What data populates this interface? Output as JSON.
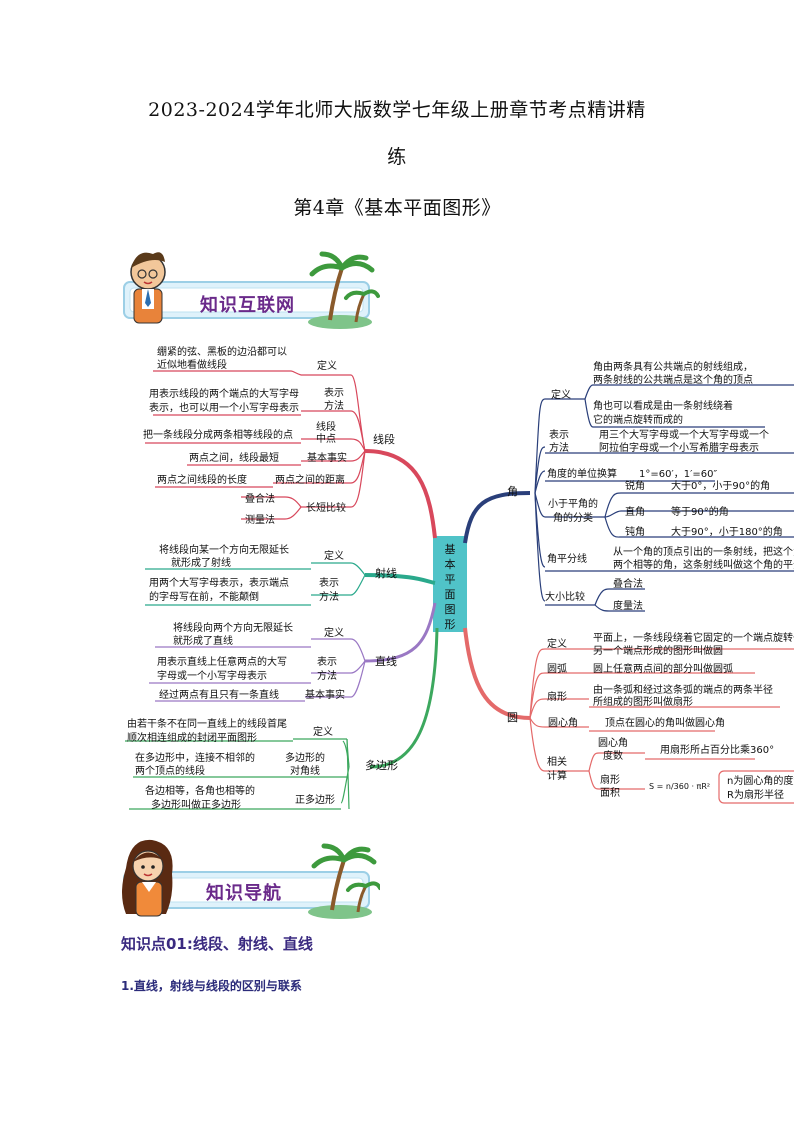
{
  "doc": {
    "title_line1": "2023-2024学年北师大版数学七年级上册章节考点精讲精",
    "title_line2": "练",
    "chapter_title": "第4章《基本平面图形》",
    "banner1": "知识互联网",
    "banner2": "知识导航",
    "kp_heading": "知识点01:线段、射线、直线",
    "kp_subheading": "1.直线，射线与线段的区别与联系"
  },
  "mindmap": {
    "center": [
      "基",
      "本",
      "平",
      "面",
      "图",
      "形"
    ],
    "segment": {
      "label": "线段",
      "def_label": "定义",
      "def_text": [
        "绷紧的弦、黑板的边沿都可以",
        "近似地看做线段"
      ],
      "rep_label": [
        "表示",
        "方法"
      ],
      "rep_text": [
        "用表示线段的两个端点的大写字母",
        "表示，也可以用一个小写字母表示"
      ],
      "mid_label": [
        "线段",
        "中点"
      ],
      "mid_text": "把一条线段分成两条相等线段的点",
      "fact_label": "基本事实",
      "fact_text": "两点之间，线段最短",
      "dist_label": "两点之间的距离",
      "dist_text": "两点之间线段的长度",
      "cmp_label": "长短比较",
      "cmp_items": [
        "叠合法",
        "测量法"
      ]
    },
    "ray": {
      "label": "射线",
      "def_label": "定义",
      "def_text": [
        "将线段向某一个方向无限延长",
        "就形成了射线"
      ],
      "rep_label": [
        "表示",
        "方法"
      ],
      "rep_text": [
        "用两个大写字母表示，表示端点",
        "的字母写在前，不能颠倒"
      ]
    },
    "line": {
      "label": "直线",
      "def_label": "定义",
      "def_text": [
        "将线段向两个方向无限延长",
        "就形成了直线"
      ],
      "rep_label": [
        "表示",
        "方法"
      ],
      "rep_text": [
        "用表示直线上任意两点的大写",
        "字母或一个小写字母表示"
      ],
      "fact_label": "基本事实",
      "fact_text": "经过两点有且只有一条直线"
    },
    "polygon": {
      "label": "多边形",
      "def_label": "定义",
      "def_text": [
        "由若干条不在同一直线上的线段首尾",
        "顺次相连组成的封闭平面图形"
      ],
      "diag_label": [
        "多边形的",
        "对角线"
      ],
      "diag_text": [
        "在多边形中，连接不相邻的",
        "两个顶点的线段"
      ],
      "reg_label": "正多边形",
      "reg_text": [
        "各边相等，各角也相等的",
        "多边形叫做正多边形"
      ]
    },
    "angle": {
      "label": "角",
      "def_label": "定义",
      "def_text1": [
        "角由两条具有公共端点的射线组成，",
        "两条射线的公共端点是这个角的顶点"
      ],
      "def_text2": [
        "角也可以看成是由一条射线绕着",
        "它的端点旋转而成的"
      ],
      "rep_label": [
        "表示",
        "方法"
      ],
      "rep_text": [
        "用三个大写字母或一个大写字母或一个",
        "阿拉伯字母或一个小写希腊字母表示"
      ],
      "unit_label": "角度的单位换算",
      "unit_text": "1°=60′，1′=60″",
      "cls_label": [
        "小于平角的",
        "角的分类"
      ],
      "cls_items": [
        {
          "name": "锐角",
          "desc": "大于0°，小于90°的角"
        },
        {
          "name": "直角",
          "desc": "等于90°的角"
        },
        {
          "name": "钝角",
          "desc": "大于90°，小于180°的角"
        }
      ],
      "bis_label": "角平分线",
      "bis_text": [
        "从一个角的顶点引出的一条射线，把这个角",
        "两个相等的角，这条射线叫做这个角的平分"
      ],
      "cmp_label": "大小比较",
      "cmp_items": [
        "叠合法",
        "度量法"
      ]
    },
    "circle": {
      "label": "圆",
      "def_label": "定义",
      "def_text": [
        "平面上，一条线段绕着它固定的一个端点旋转一",
        "另一个端点形成的图形叫做圆"
      ],
      "arc_label": "圆弧",
      "arc_text": "圆上任意两点间的部分叫做圆弧",
      "sector_label": "扇形",
      "sector_text": [
        "由一条弧和经过这条弧的端点的两条半径",
        "所组成的图形叫做扇形"
      ],
      "central_label": "圆心角",
      "central_text": "顶点在圆心的角叫做圆心角",
      "calc_label": [
        "相关",
        "计算"
      ],
      "deg_label": [
        "圆心角",
        "度数"
      ],
      "deg_text": "用扇形所占百分比乘360°",
      "area_label": [
        "扇形",
        "面积"
      ],
      "area_formula": "S = n/360 · πR²",
      "area_note": [
        "n为圆心角的度数",
        "R为扇形半径"
      ]
    }
  },
  "colors": {
    "segment": "#d8485c",
    "ray": "#2aa98c",
    "line": "#9a78c4",
    "polygon": "#3ca85e",
    "angle": "#2a3f7a",
    "circle": "#e46a6a",
    "center_fill": "#50c3c8",
    "banner_text": "#6a2a8a"
  }
}
